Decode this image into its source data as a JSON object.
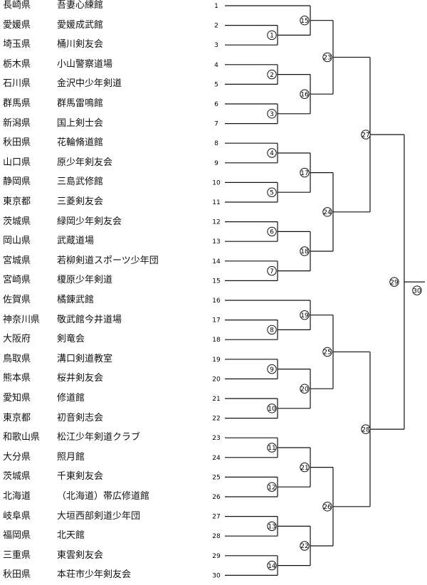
{
  "entries": [
    {
      "seed": "1",
      "prefecture": "長崎県",
      "team": "吾妻心練館"
    },
    {
      "seed": "2",
      "prefecture": "愛媛県",
      "team": "愛媛成武館"
    },
    {
      "seed": "3",
      "prefecture": "埼玉県",
      "team": "桶川剣友会"
    },
    {
      "seed": "4",
      "prefecture": "栃木県",
      "team": "小山警察道場"
    },
    {
      "seed": "5",
      "prefecture": "石川県",
      "team": "金沢中少年剣道"
    },
    {
      "seed": "6",
      "prefecture": "群馬県",
      "team": "群馬雷鳴館"
    },
    {
      "seed": "7",
      "prefecture": "新潟県",
      "team": "国上剣士会"
    },
    {
      "seed": "8",
      "prefecture": "秋田県",
      "team": "花輪脩道館"
    },
    {
      "seed": "9",
      "prefecture": "山口県",
      "team": "原少年剣友会"
    },
    {
      "seed": "10",
      "prefecture": "静岡県",
      "team": "三島武修館"
    },
    {
      "seed": "11",
      "prefecture": "東京都",
      "team": "三菱剣友会"
    },
    {
      "seed": "12",
      "prefecture": "茨城県",
      "team": "緑岡少年剣友会"
    },
    {
      "seed": "13",
      "prefecture": "岡山県",
      "team": "武蔵道場"
    },
    {
      "seed": "14",
      "prefecture": "宮城県",
      "team": "若柳剣道スポーツ少年団"
    },
    {
      "seed": "15",
      "prefecture": "宮崎県",
      "team": "榎原少年剣道"
    },
    {
      "seed": "16",
      "prefecture": "佐賀県",
      "team": "橘錬武館"
    },
    {
      "seed": "17",
      "prefecture": "神奈川県",
      "team": "敬武館今井道場"
    },
    {
      "seed": "18",
      "prefecture": "大阪府",
      "team": "剣竜会"
    },
    {
      "seed": "19",
      "prefecture": "鳥取県",
      "team": "溝口剣道教室"
    },
    {
      "seed": "20",
      "prefecture": "熊本県",
      "team": "桜井剣友会"
    },
    {
      "seed": "21",
      "prefecture": "愛知県",
      "team": "修道館"
    },
    {
      "seed": "22",
      "prefecture": "東京都",
      "team": "初音剣志会"
    },
    {
      "seed": "23",
      "prefecture": "和歌山県",
      "team": "松江少年剣道クラブ"
    },
    {
      "seed": "24",
      "prefecture": "大分県",
      "team": "照月館"
    },
    {
      "seed": "25",
      "prefecture": "茨城県",
      "team": "千東剣友会"
    },
    {
      "seed": "26",
      "prefecture": "北海道",
      "team": "（北海道）帯広修道館"
    },
    {
      "seed": "27",
      "prefecture": "岐阜県",
      "team": "大垣西部剣道少年団"
    },
    {
      "seed": "28",
      "prefecture": "福岡県",
      "team": "北天館"
    },
    {
      "seed": "29",
      "prefecture": "三重県",
      "team": "東雲剣友会"
    },
    {
      "seed": "30",
      "prefecture": "秋田県",
      "team": "本荘市少年剣友会"
    }
  ],
  "bracket": {
    "line_color": "#111111",
    "highlight_color": "#000000",
    "r1": [
      {
        "label": "1",
        "a": "2",
        "b": "3"
      },
      {
        "label": "2",
        "a": "4",
        "b": "5"
      },
      {
        "label": "3",
        "a": "6",
        "b": "7"
      },
      {
        "label": "4",
        "a": "8",
        "b": "9"
      },
      {
        "label": "5",
        "a": "10",
        "b": "11"
      },
      {
        "label": "6",
        "a": "12",
        "b": "13"
      },
      {
        "label": "7",
        "a": "14",
        "b": "15"
      },
      {
        "label": "8",
        "a": "17",
        "b": "18"
      },
      {
        "label": "9",
        "a": "19",
        "b": "20"
      },
      {
        "label": "10",
        "a": "21",
        "b": "22"
      },
      {
        "label": "11",
        "a": "23",
        "b": "24"
      },
      {
        "label": "12",
        "a": "25",
        "b": "26"
      },
      {
        "label": "13",
        "a": "27",
        "b": "28"
      },
      {
        "label": "14",
        "a": "29",
        "b": "30"
      }
    ],
    "r2": [
      {
        "label": "15",
        "a": "seed:1",
        "b": "r1:1"
      },
      {
        "label": "16",
        "a": "r1:2",
        "b": "r1:3"
      },
      {
        "label": "17",
        "a": "r1:4",
        "b": "r1:5"
      },
      {
        "label": "18",
        "a": "r1:6",
        "b": "r1:7"
      },
      {
        "label": "19",
        "a": "seed:16",
        "b": "r1:8"
      },
      {
        "label": "20",
        "a": "r1:9",
        "b": "r1:10"
      },
      {
        "label": "21",
        "a": "r1:11",
        "b": "r1:12"
      },
      {
        "label": "22",
        "a": "r1:13",
        "b": "r1:14"
      }
    ],
    "r3": [
      {
        "label": "23",
        "a": "r2:15",
        "b": "r2:16"
      },
      {
        "label": "24",
        "a": "r2:17",
        "b": "r2:18"
      },
      {
        "label": "25",
        "a": "r2:19",
        "b": "r2:20"
      },
      {
        "label": "26",
        "a": "r2:21",
        "b": "r2:22"
      }
    ],
    "r4": [
      {
        "label": "27",
        "a": "r3:23",
        "b": "r3:24"
      },
      {
        "label": "28",
        "a": "r3:25",
        "b": "r3:26"
      }
    ],
    "r5": [
      {
        "label": "29",
        "a": "r4:27",
        "b": "r4:28"
      }
    ],
    "final_label": "30"
  }
}
